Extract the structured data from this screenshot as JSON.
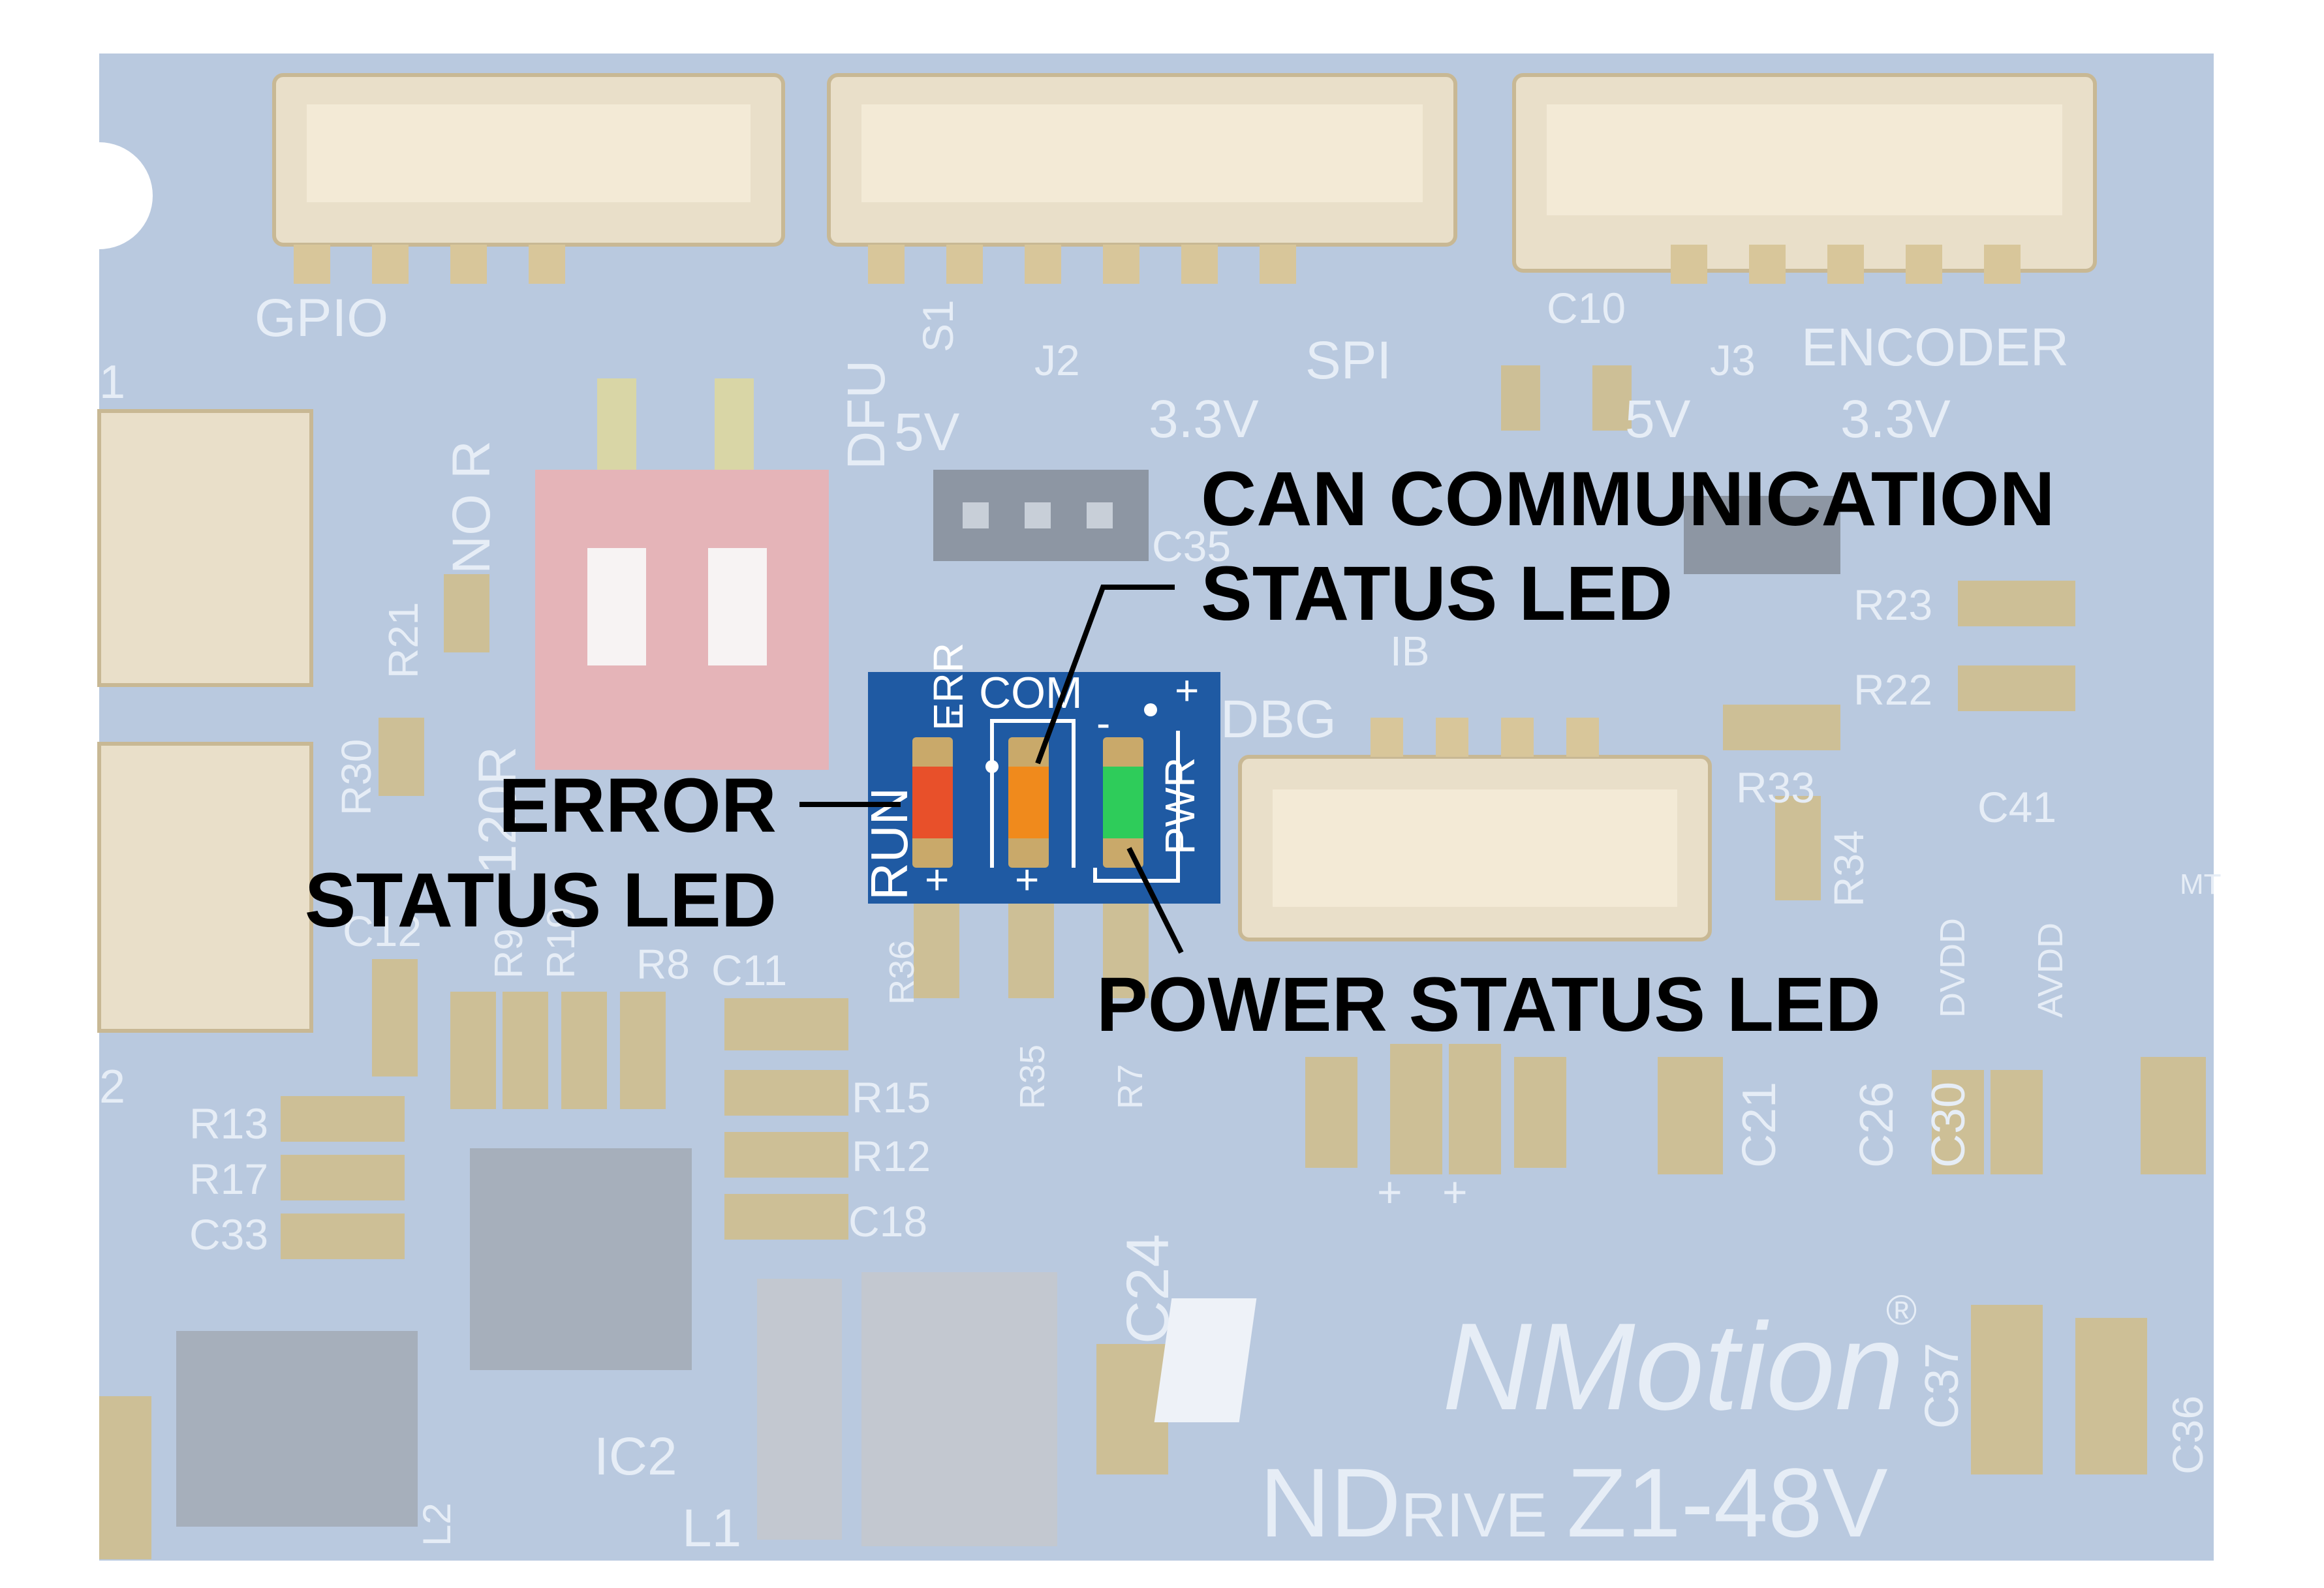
{
  "board": {
    "connector_labels": {
      "gpio": "GPIO",
      "spi": "SPI",
      "encoder": "ENCODER",
      "dbg": "DBG",
      "dfu": "DFU",
      "ib": "IB"
    },
    "ref_labels": {
      "s1": "S1",
      "j2": "J2",
      "j3": "J3",
      "c10": "C10",
      "c35": "C35",
      "v5_a": "5V",
      "v33_a": "3.3V",
      "v5_b": "5V",
      "v33_b": "3.3V",
      "r21": "R21",
      "r30": "R30",
      "r20": "120R",
      "no_r": "NO R",
      "r23": "R23",
      "r22": "R22",
      "r33": "R33",
      "r34": "R34",
      "c41": "C41",
      "r13": "R13",
      "r17": "R17",
      "c33": "C33",
      "r15": "R15",
      "r12": "R12",
      "c18": "C18",
      "c11": "C11",
      "r8": "R8",
      "c12": "C12",
      "r9": "R9",
      "r19": "R19",
      "r36": "R36",
      "r35": "R35",
      "r7": "R7",
      "c24": "C24",
      "c21": "C21",
      "c26": "C26",
      "c30": "C30",
      "c37": "C37",
      "c36": "C36",
      "dvdd": "DVDD",
      "avdd": "AVDD",
      "ic2": "IC2",
      "l1": "L1",
      "l2": "L2",
      "num1": "1",
      "num2": "2",
      "mt": "MT",
      "plus1": "+",
      "plus2": "+"
    },
    "brand": "NMotion",
    "brand_reg": "®",
    "product_prefix": "N",
    "product_d": "D",
    "product_rive": "RIVE",
    "product_model": "Z1-48V"
  },
  "led_panel": {
    "run_label": "RUN",
    "err_label": "ERR",
    "com_label": "COM",
    "pwr_label": "PWR",
    "minus": "-",
    "plus": "+",
    "err_color": "#e8502a",
    "com_color": "#f08a1c",
    "pwr_color": "#2ecc5a"
  },
  "callouts": {
    "can_line1": "CAN COMMUNICATION",
    "can_line2": "STATUS LED",
    "error_line1": "ERROR",
    "error_line2": "STATUS LED",
    "power": "POWER STATUS LED"
  }
}
